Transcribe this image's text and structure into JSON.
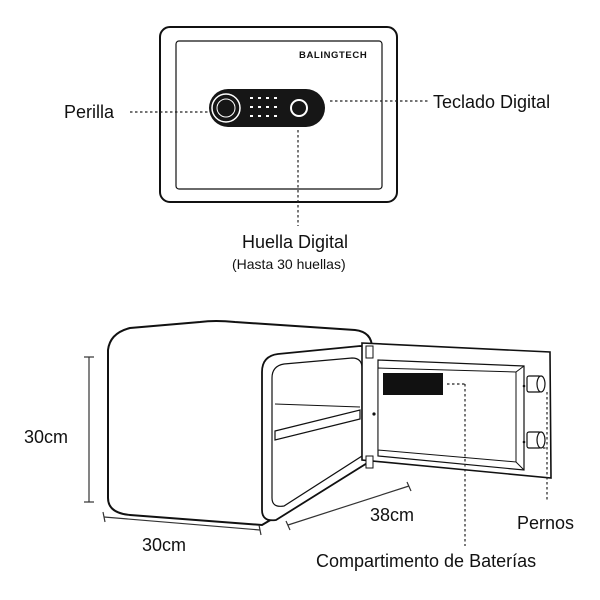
{
  "brand": "BALINGTECH",
  "labels": {
    "perilla": "Perilla",
    "teclado": "Teclado Digital",
    "huella": "Huella Digital",
    "huella_sub": "(Hasta 30 huellas)",
    "alto": "30cm",
    "ancho": "30cm",
    "fondo": "38cm",
    "pernos": "Pernos",
    "baterias": "Compartimento de Baterías"
  }
}
